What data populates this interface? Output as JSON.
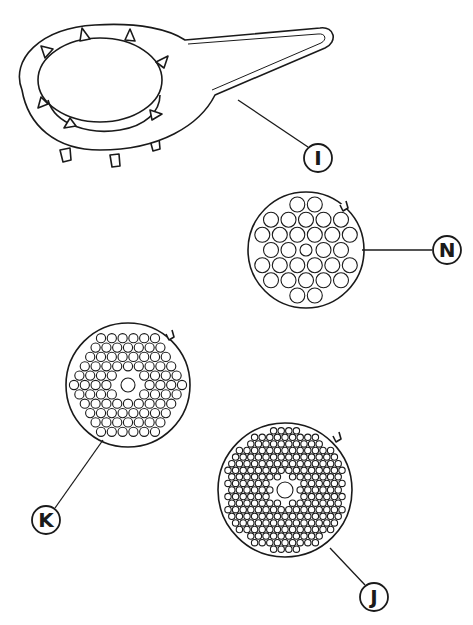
{
  "diagram": {
    "labels": [
      "I",
      "N",
      "K",
      "J"
    ]
  }
}
